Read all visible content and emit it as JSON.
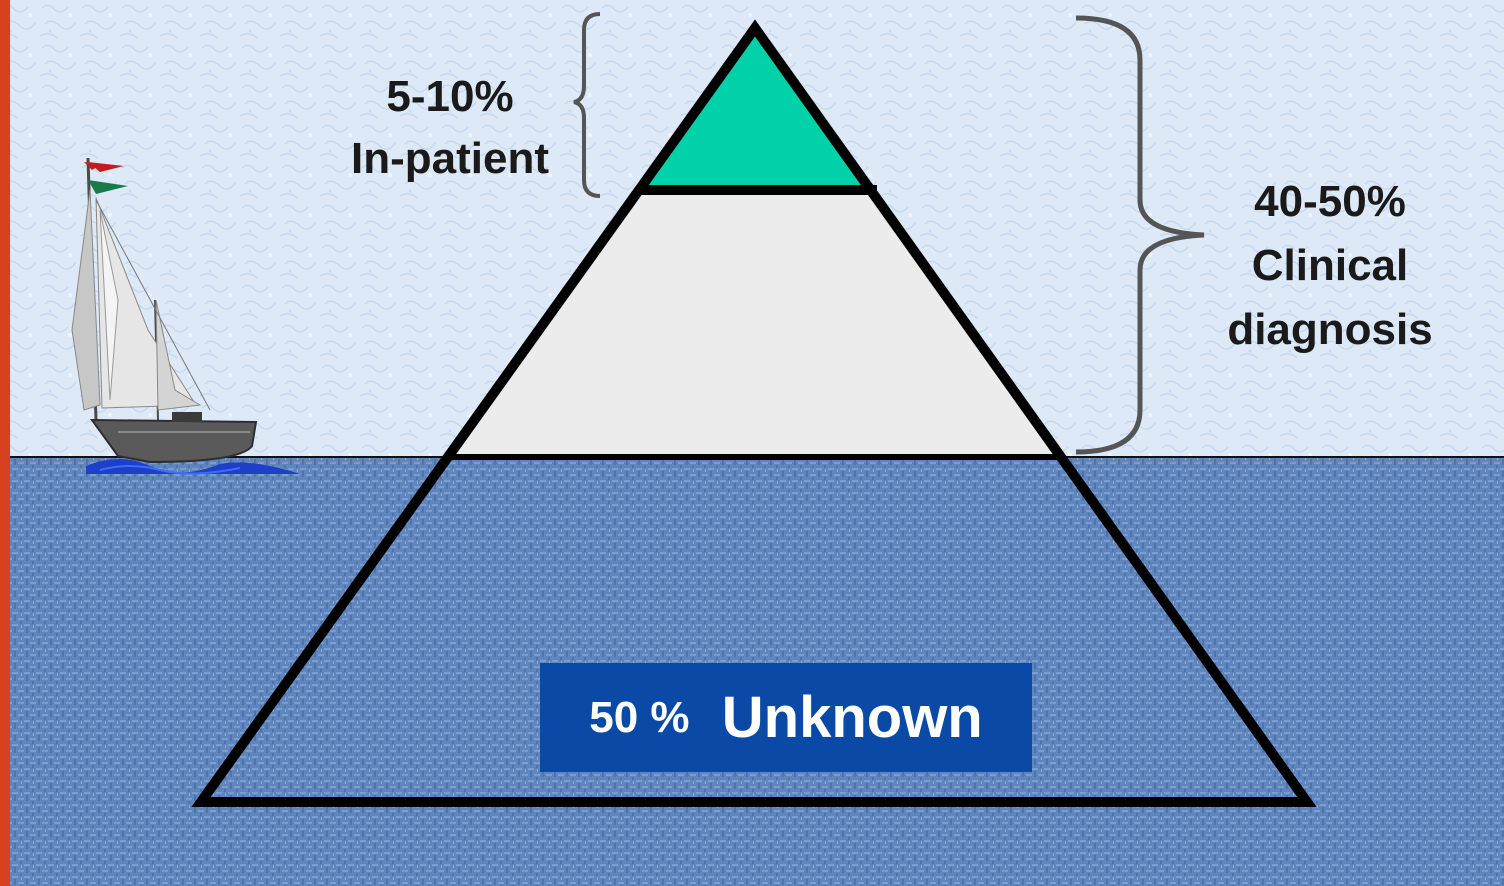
{
  "colors": {
    "border": "#d9411e",
    "sky": "#dde9f7",
    "water": "#5f86bd",
    "tip": "#00d1a8",
    "middle": "#ececec",
    "unknown_box": "#0a4aa6"
  },
  "diagram": {
    "top_label": {
      "percent": "5-10%",
      "text": "In-patient"
    },
    "right_label": {
      "percent": "40-50%",
      "line1": "Clinical",
      "line2": "diagnosis"
    },
    "bottom_label": {
      "percent": "50 %",
      "text": "Unknown"
    }
  },
  "icons": {
    "boat": "sailboat-icon"
  }
}
